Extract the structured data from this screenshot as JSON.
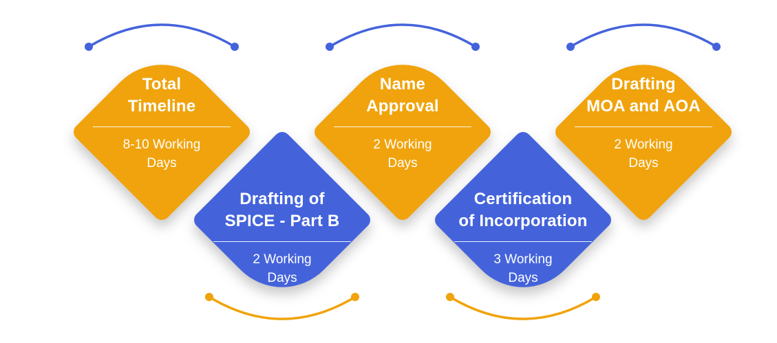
{
  "colors": {
    "orange": "#F0A30C",
    "blue": "#4463DB",
    "text": "#FFFFFF"
  },
  "steps": [
    {
      "id": "total-timeline",
      "title": "Total\nTimeline",
      "duration": "8-10 Working\nDays",
      "color": "orange",
      "arc": "top"
    },
    {
      "id": "name-approval",
      "title": "Name\nApproval",
      "duration": "2 Working\nDays",
      "color": "orange",
      "arc": "top"
    },
    {
      "id": "drafting-moa-and-aoa",
      "title": "Drafting\nMOA and AOA",
      "duration": "2 Working\nDays",
      "color": "orange",
      "arc": "top"
    },
    {
      "id": "drafting-of-spice-part-b",
      "title": "Drafting of\nSPICE - Part B",
      "duration": "2 Working\nDays",
      "color": "blue",
      "arc": "bottom"
    },
    {
      "id": "certification-of-incorporation",
      "title": "Certification\nof Incorporation",
      "duration": "3 Working\nDays",
      "color": "blue",
      "arc": "bottom"
    }
  ]
}
